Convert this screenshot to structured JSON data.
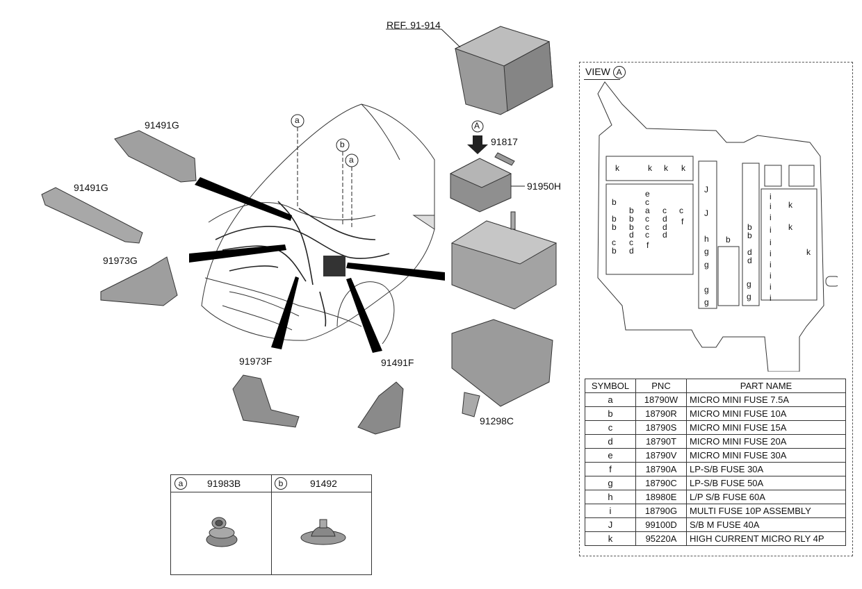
{
  "callouts": {
    "ref": "REF. 91-914",
    "arrow_a": "A",
    "p91817": "91817",
    "p91950H": "91950H",
    "p91491G_top": "91491G",
    "p91491G_left": "91491G",
    "p91973G": "91973G",
    "p91973F": "91973F",
    "p91491F": "91491F",
    "p91298C": "91298C",
    "circ_a1": "a",
    "circ_b": "b",
    "circ_a2": "a"
  },
  "view": {
    "label": "VIEW",
    "circle": "A"
  },
  "fuse_letters": {
    "k": "k",
    "b": "b",
    "c": "c",
    "d": "d",
    "e": "e",
    "a": "a",
    "f": "f",
    "J": "J",
    "h": "h",
    "g": "g",
    "i": "i"
  },
  "table": {
    "headers": [
      "SYMBOL",
      "PNC",
      "PART NAME"
    ],
    "rows": [
      [
        "a",
        "18790W",
        "MICRO MINI FUSE 7.5A"
      ],
      [
        "b",
        "18790R",
        "MICRO MINI FUSE 10A"
      ],
      [
        "c",
        "18790S",
        "MICRO MINI FUSE 15A"
      ],
      [
        "d",
        "18790T",
        "MICRO MINI FUSE 20A"
      ],
      [
        "e",
        "18790V",
        "MICRO MINI FUSE 30A"
      ],
      [
        "f",
        "18790A",
        "LP-S/B FUSE 30A"
      ],
      [
        "g",
        "18790C",
        "LP-S/B FUSE 50A"
      ],
      [
        "h",
        "18980E",
        "L/P S/B FUSE 60A"
      ],
      [
        "i",
        "18790G",
        "MULTI FUSE 10P ASSEMBLY"
      ],
      [
        "J",
        "99100D",
        "S/B M FUSE 40A"
      ],
      [
        "k",
        "95220A",
        "HIGH CURRENT MICRO RLY 4P"
      ]
    ]
  },
  "subparts": [
    {
      "symbol": "a",
      "pnc": "91983B"
    },
    {
      "symbol": "b",
      "pnc": "91492"
    }
  ]
}
